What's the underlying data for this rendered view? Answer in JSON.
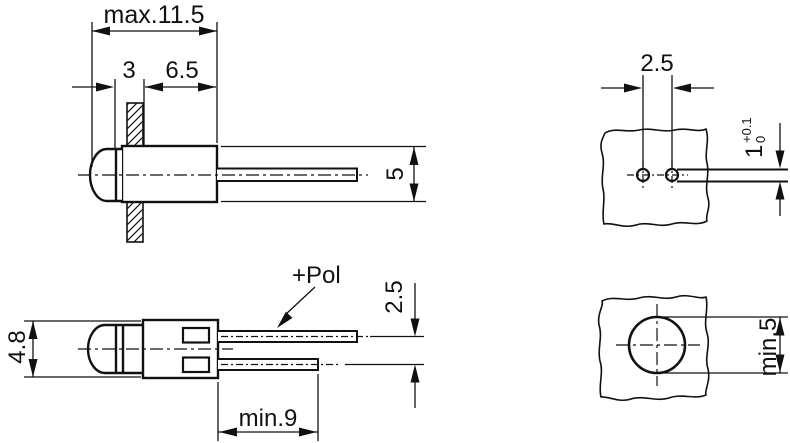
{
  "views": {
    "mounted_side": {
      "dim_total_length": "max.11.5",
      "dim_front_length": "3",
      "dim_rear_length": "6.5",
      "dim_diameter": "5"
    },
    "pcb_holes": {
      "dim_pitch": "2.5",
      "dim_hole": "1",
      "tol_plus": "+0.1",
      "tol_minus": "0"
    },
    "lamp_side": {
      "dim_diameter": "4.8",
      "polarity": "+Pol",
      "dim_lead_pitch": "2.5",
      "dim_lead_length": "min.9"
    },
    "panel_cutout": {
      "dim_cutout": "min.5"
    }
  },
  "colors": {
    "background": "#ffffff",
    "line": "#111111"
  }
}
